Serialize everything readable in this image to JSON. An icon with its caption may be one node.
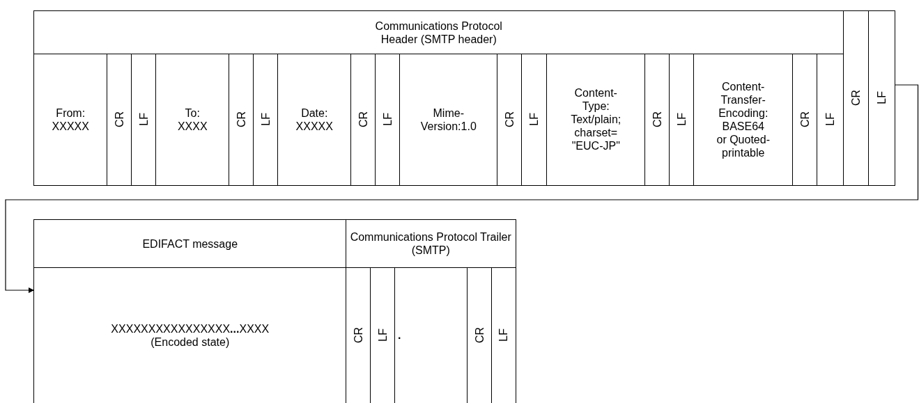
{
  "diagram": {
    "nodes": [
      {
        "text": [
          "Communications Protocol Header (SMTP header)"
        ]
      },
      {
        "text": [
          "From: XXXXX"
        ]
      },
      {
        "text": [
          "CR"
        ]
      },
      {
        "text": [
          "LF"
        ]
      },
      {
        "text": [
          "To: XXXX"
        ]
      },
      {
        "text": [
          "CR"
        ]
      },
      {
        "text": [
          "LF"
        ]
      },
      {
        "text": [
          "Date: XXXXX"
        ]
      },
      {
        "text": [
          "CR"
        ]
      },
      {
        "text": [
          "LF"
        ]
      },
      {
        "text": [
          "Mime-Version:1.0"
        ]
      },
      {
        "text": [
          "CR"
        ]
      },
      {
        "text": [
          "LF"
        ]
      },
      {
        "text": [
          "Content-Type: Text/plain; charset= \"EUC-JP\""
        ]
      },
      {
        "text": [
          "CR"
        ]
      },
      {
        "text": [
          "LF"
        ]
      },
      {
        "text": [
          "Content-Transfer-Encoding: BASE64 or Quoted-printable"
        ]
      },
      {
        "text": [
          "CR"
        ]
      },
      {
        "text": [
          "LF"
        ]
      },
      {
        "text": [
          "CR"
        ]
      },
      {
        "text": [
          "LF"
        ]
      },
      {
        "text": [
          "EDIFACT message"
        ]
      },
      {
        "text": [
          "Communications Protocol Trailer (SMTP)"
        ]
      },
      {
        "text": [
          "XXXXXXXXXXXXXXXX**...**XXXX",
          "(Encoded state)"
        ]
      },
      {
        "text": [
          "CR"
        ]
      },
      {
        "text": [
          "LF"
        ]
      },
      {
        "text": [
          "."
        ]
      },
      {
        "text": [
          "CR"
        ]
      },
      {
        "text": [
          "LF"
        ]
      }
    ],
    "edges": [
      {
        "from": 20,
        "to": 23,
        "arrow": "to"
      }
    ]
  }
}
